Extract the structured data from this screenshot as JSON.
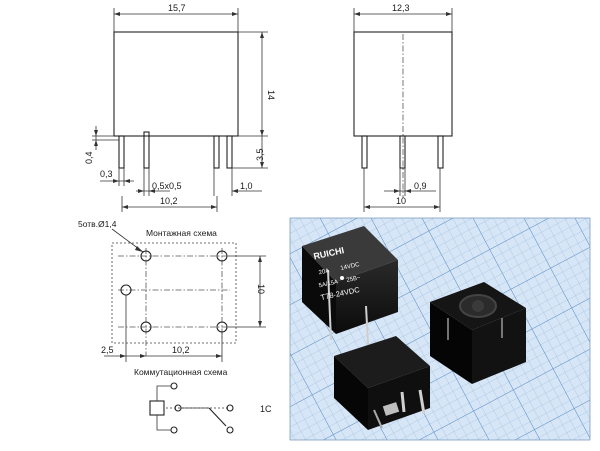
{
  "dims": {
    "front_width": "15,7",
    "front_height": "14",
    "pin_side_depth": "0,4",
    "pin_length": "3,5",
    "pin_offset": "0,3",
    "pin_section": "0,5х0,5",
    "pin_edge": "1,0",
    "pin_span": "10,2",
    "side_width": "12,3",
    "side_pin_pitch": "0,9",
    "side_pin_span": "10"
  },
  "mount": {
    "holes_label": "5отв.Ø1,4",
    "title": "Монтажная схема",
    "height": "10",
    "left_offset": "2,5",
    "width": "10,2"
  },
  "circuit": {
    "title": "Коммутационная схема",
    "type": "1C"
  },
  "photo": {
    "brand": "RUICHI",
    "rating1_a": "20A",
    "rating1_v": "14VDC",
    "rating2_a": "5A/15A",
    "rating2_v": "25B~",
    "model": "T78-24VDC"
  }
}
